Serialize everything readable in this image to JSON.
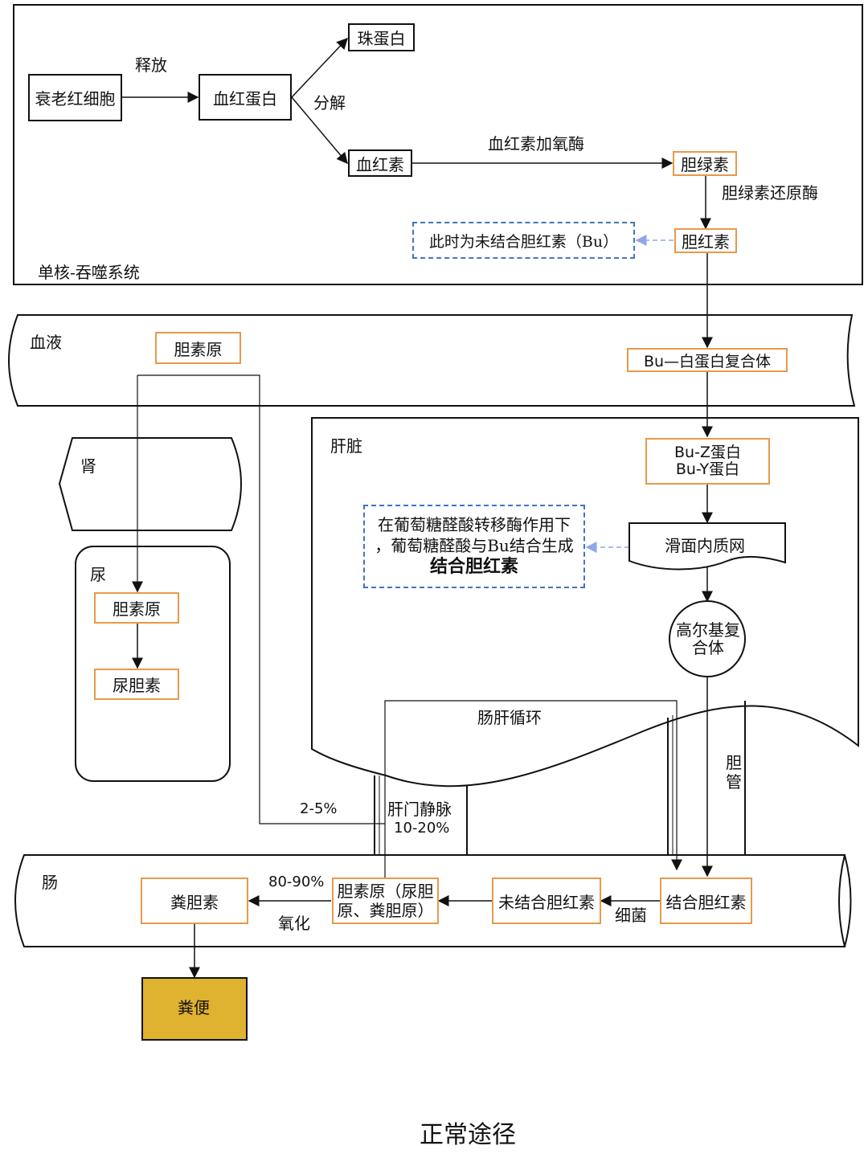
{
  "title": "正常途径",
  "regions": {
    "mps": "单核-吞噬系统",
    "blood": "血液",
    "kidney": "肾",
    "urine": "尿",
    "liver": "肝脏",
    "intestine": "肠"
  },
  "nodes": {
    "aged_rbc": "衰老红细胞",
    "hemoglobin": "血红蛋白",
    "globin": "珠蛋白",
    "heme": "血红素",
    "biliverdin": "胆绿素",
    "bilirubin": "胆红素",
    "bu_note": "此时为未结合胆红素（Bu）",
    "blood_bilinogen": "胆素原",
    "bu_albumin": "Bu—白蛋白复合体",
    "bu_z": "Bu-Z蛋白",
    "bu_y": "Bu-Y蛋白",
    "ser": "滑面内质网",
    "conj_note_line1": "在葡萄糖醛酸转移酶作用下",
    "conj_note_line2": "，葡萄糖醛酸与Bu结合生成",
    "conj_note_line3": "结合胆红素",
    "golgi_line1": "高尔基复",
    "golgi_line2": "合体",
    "urine_bilinogen": "胆素原",
    "urobilin": "尿胆素",
    "stercobilin": "粪胆素",
    "bilinogen_intestine_line1": "胆素原（尿胆",
    "bilinogen_intestine_line2": "原、粪胆原）",
    "unconj_bilirubin": "未结合胆红素",
    "conj_bilirubin": "结合胆红素",
    "feces": "粪便"
  },
  "edge_labels": {
    "release": "释放",
    "decompose": "分解",
    "heme_oxygenase": "血红素加氧酶",
    "biliverdin_reductase": "胆绿素还原酶",
    "enterohepatic": "肠肝循环",
    "bile_duct_1": "胆",
    "bile_duct_2": "管",
    "portal_vein": "肝门静脉",
    "portal_pct": "10-20%",
    "urine_pct": "2-5%",
    "feces_pct": "80-90%",
    "oxidation": "氧化",
    "bacteria": "细菌"
  },
  "colors": {
    "box_orange": "#e59a4b",
    "note_blue": "#4472c4",
    "dashed_arrow": "#8ea7e8",
    "feces_fill": "#dfb22f"
  }
}
